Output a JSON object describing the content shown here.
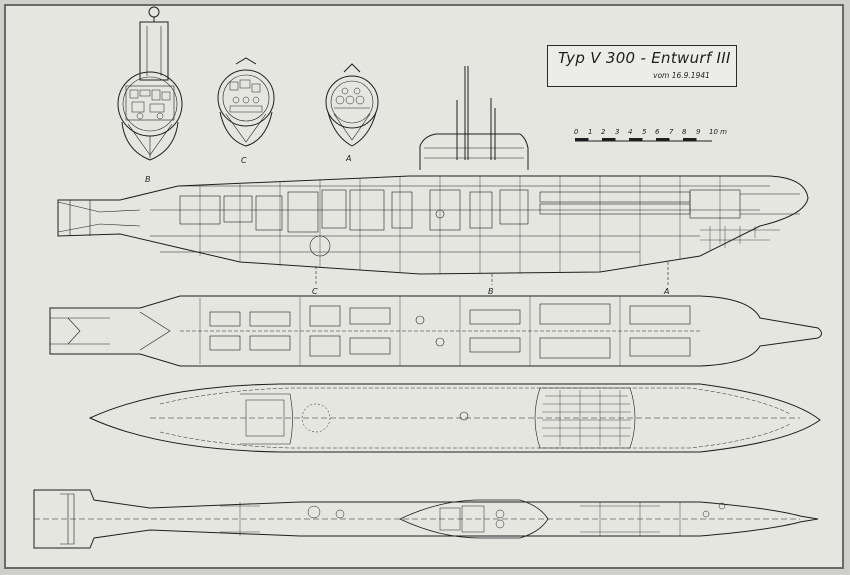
{
  "title": {
    "main": "Typ  V 300 - Entwurf III",
    "date": "vom 16.9.1941"
  },
  "scale_bar": {
    "ticks": [
      "0",
      "1",
      "2",
      "3",
      "4",
      "5",
      "6",
      "7",
      "8",
      "9",
      "10 m"
    ]
  },
  "section_views": [
    {
      "label": "B"
    },
    {
      "label": "C"
    },
    {
      "label": "A"
    }
  ],
  "section_markers": [
    "C",
    "B",
    "A"
  ],
  "colors": {
    "paper": "#e6e6e1",
    "ink": "#1e1e1e",
    "frame": "#6a6a68"
  }
}
